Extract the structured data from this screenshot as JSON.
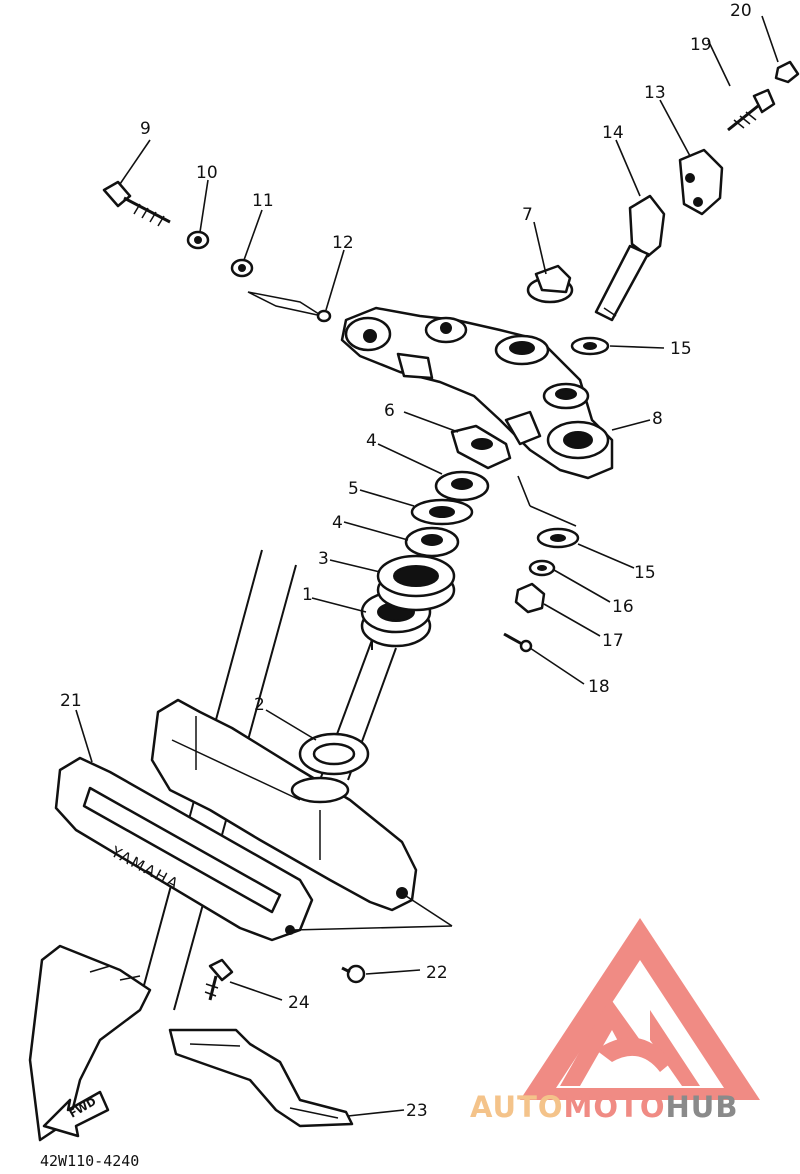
{
  "diagram": {
    "callouts": [
      {
        "id": "1",
        "label": "1"
      },
      {
        "id": "2",
        "label": "2"
      },
      {
        "id": "3",
        "label": "3"
      },
      {
        "id": "4a",
        "label": "4"
      },
      {
        "id": "4b",
        "label": "4"
      },
      {
        "id": "5",
        "label": "5"
      },
      {
        "id": "6",
        "label": "6"
      },
      {
        "id": "7",
        "label": "7"
      },
      {
        "id": "8",
        "label": "8"
      },
      {
        "id": "9",
        "label": "9"
      },
      {
        "id": "10",
        "label": "10"
      },
      {
        "id": "11",
        "label": "11"
      },
      {
        "id": "12",
        "label": "12"
      },
      {
        "id": "13",
        "label": "13"
      },
      {
        "id": "14",
        "label": "14"
      },
      {
        "id": "15a",
        "label": "15"
      },
      {
        "id": "15b",
        "label": "15"
      },
      {
        "id": "16",
        "label": "16"
      },
      {
        "id": "17",
        "label": "17"
      },
      {
        "id": "18",
        "label": "18"
      },
      {
        "id": "19",
        "label": "19"
      },
      {
        "id": "20",
        "label": "20"
      },
      {
        "id": "21",
        "label": "21"
      },
      {
        "id": "22",
        "label": "22"
      },
      {
        "id": "23",
        "label": "23"
      },
      {
        "id": "24",
        "label": "24"
      }
    ],
    "emblem_text": "YAMAHA",
    "fwd_text": "FWD",
    "drawing_code": "42W110-4240"
  },
  "watermark": {
    "part1": "AUTO",
    "part2": "MOTO",
    "part3": "HUB",
    "color_part1": "#f4c38a",
    "color_part2": "#f08b84",
    "color_part3": "#8a8a8a"
  }
}
